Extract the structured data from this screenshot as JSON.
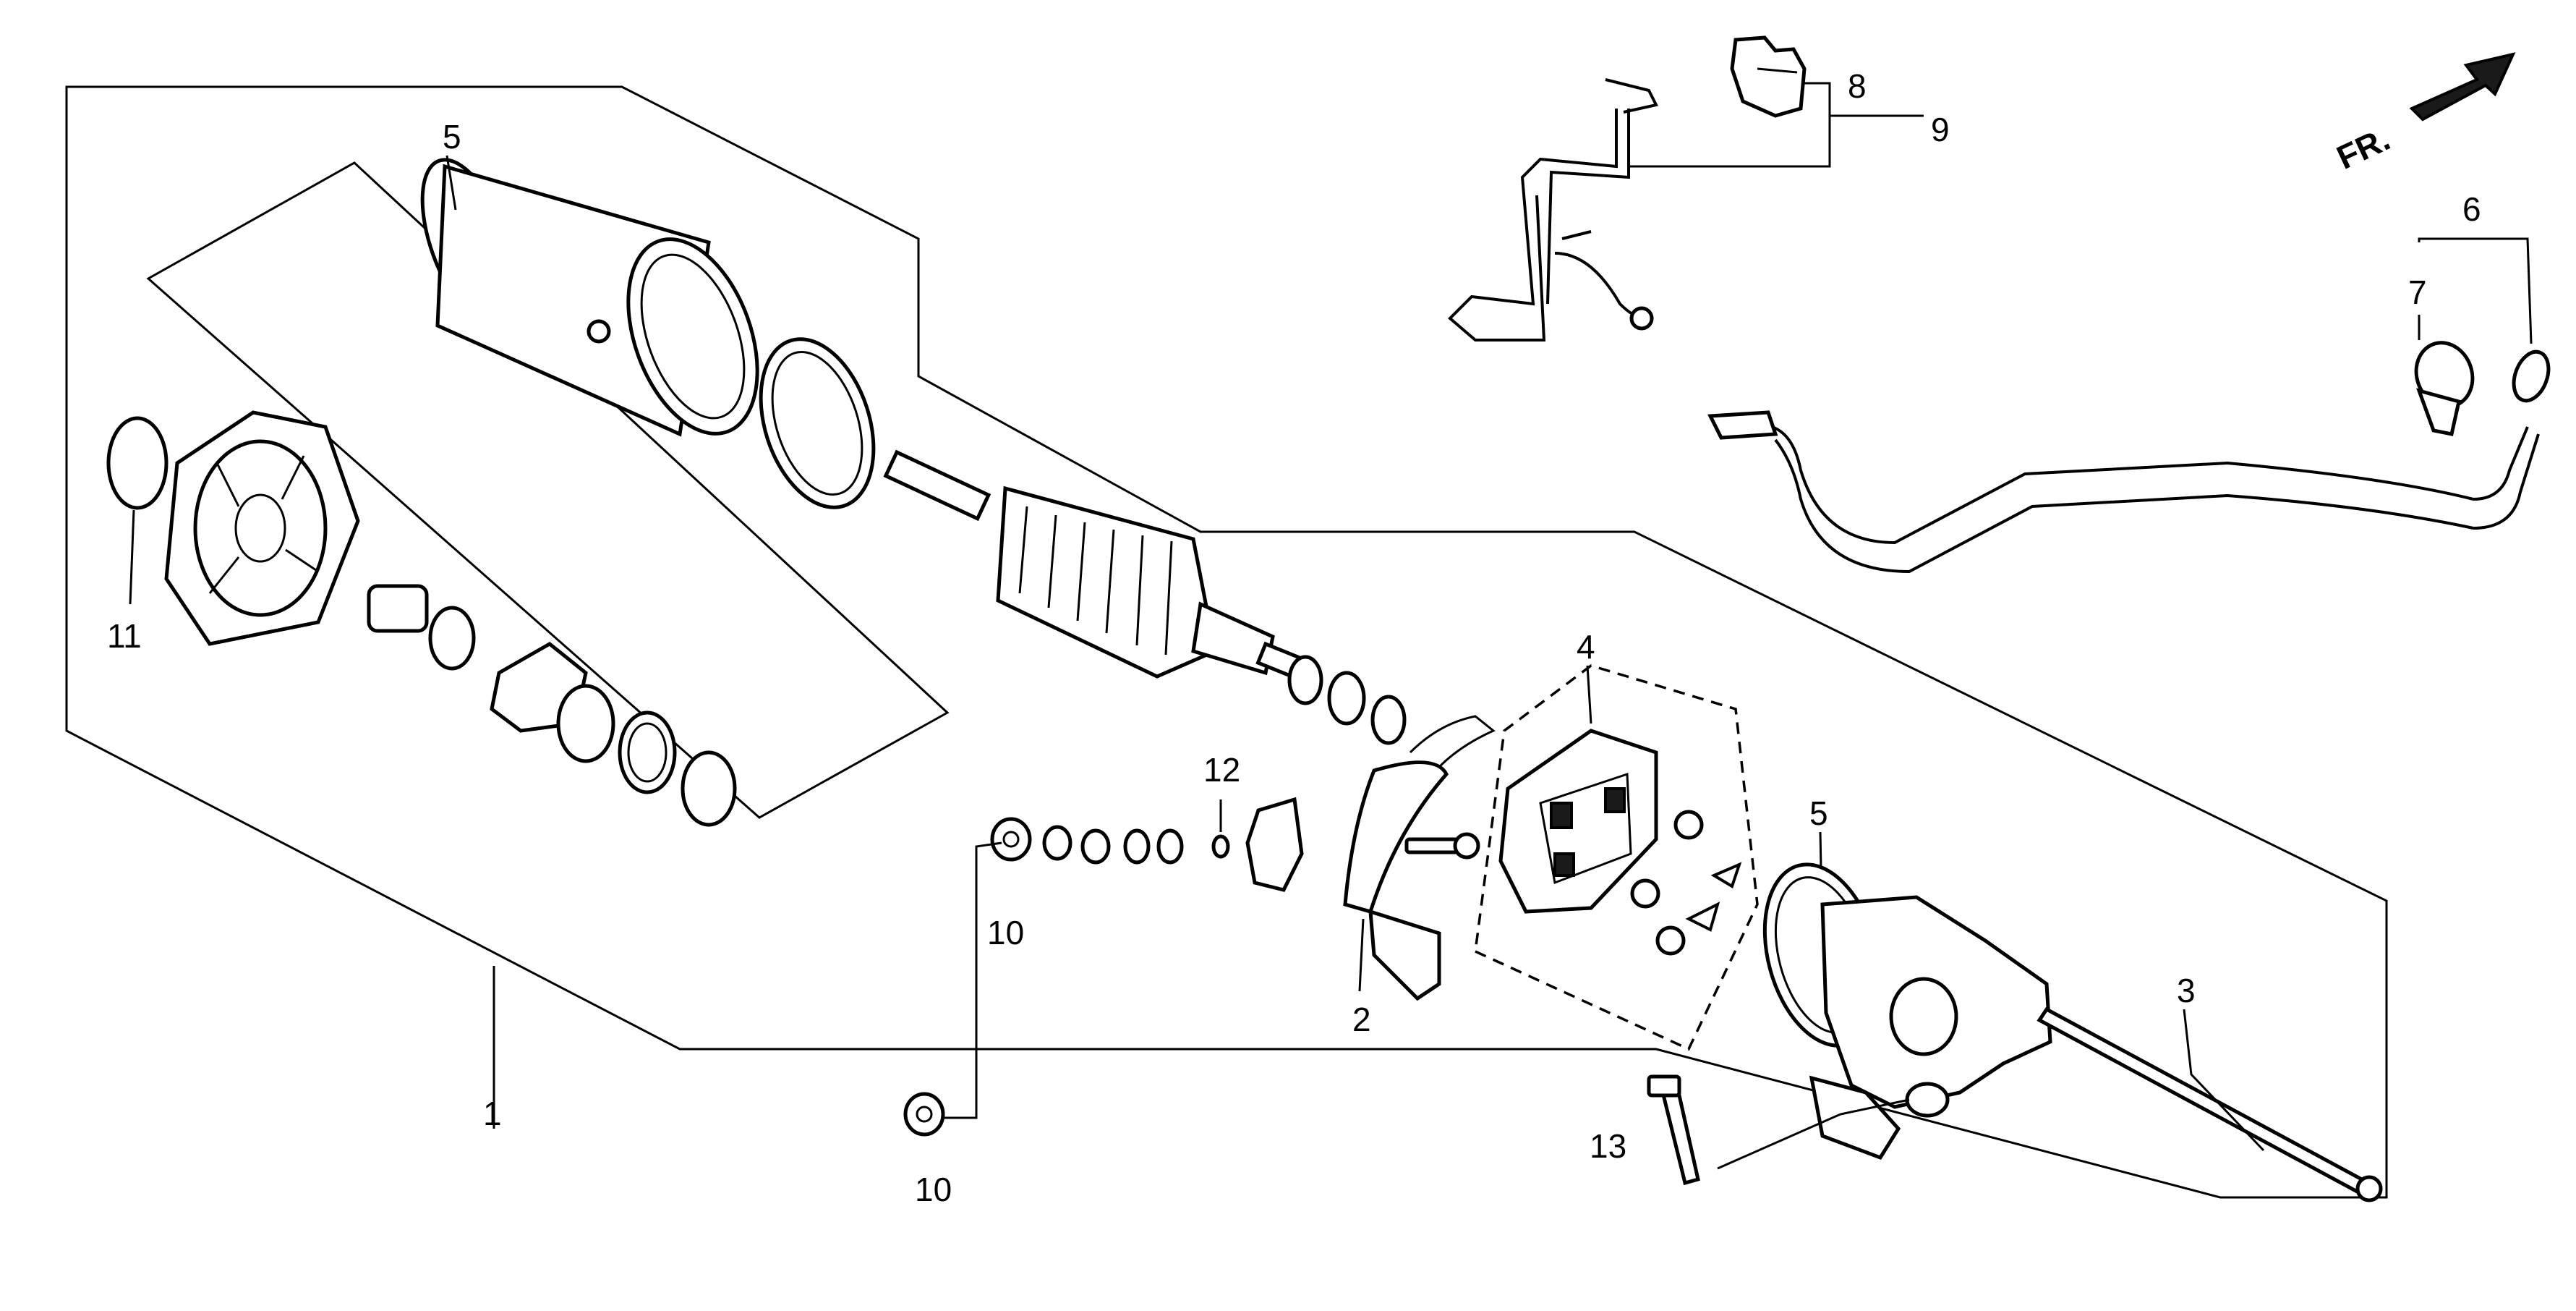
{
  "diagram": {
    "direction_label": "FR.",
    "callouts": {
      "c1": "1",
      "c2": "2",
      "c3": "3",
      "c4": "4",
      "c5a": "5",
      "c5b": "5",
      "c6": "6",
      "c7": "7",
      "c8": "8",
      "c9": "9",
      "c10a": "10",
      "c10b": "10",
      "c11": "11",
      "c12": "12",
      "c13": "13"
    }
  }
}
